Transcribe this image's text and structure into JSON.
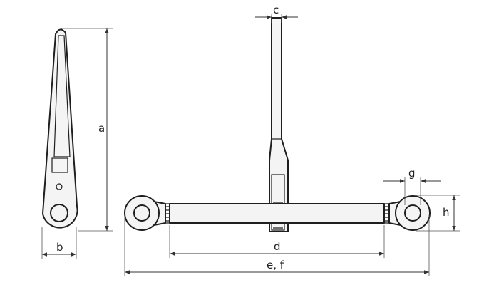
{
  "labels": {
    "a": "a",
    "b": "b",
    "c": "c",
    "d": "d",
    "ef": "e, f",
    "g": "g",
    "h": "h"
  },
  "colors": {
    "outline": "#1f1f1f",
    "fill": "#f4f4f4",
    "dimension": "#333333"
  }
}
